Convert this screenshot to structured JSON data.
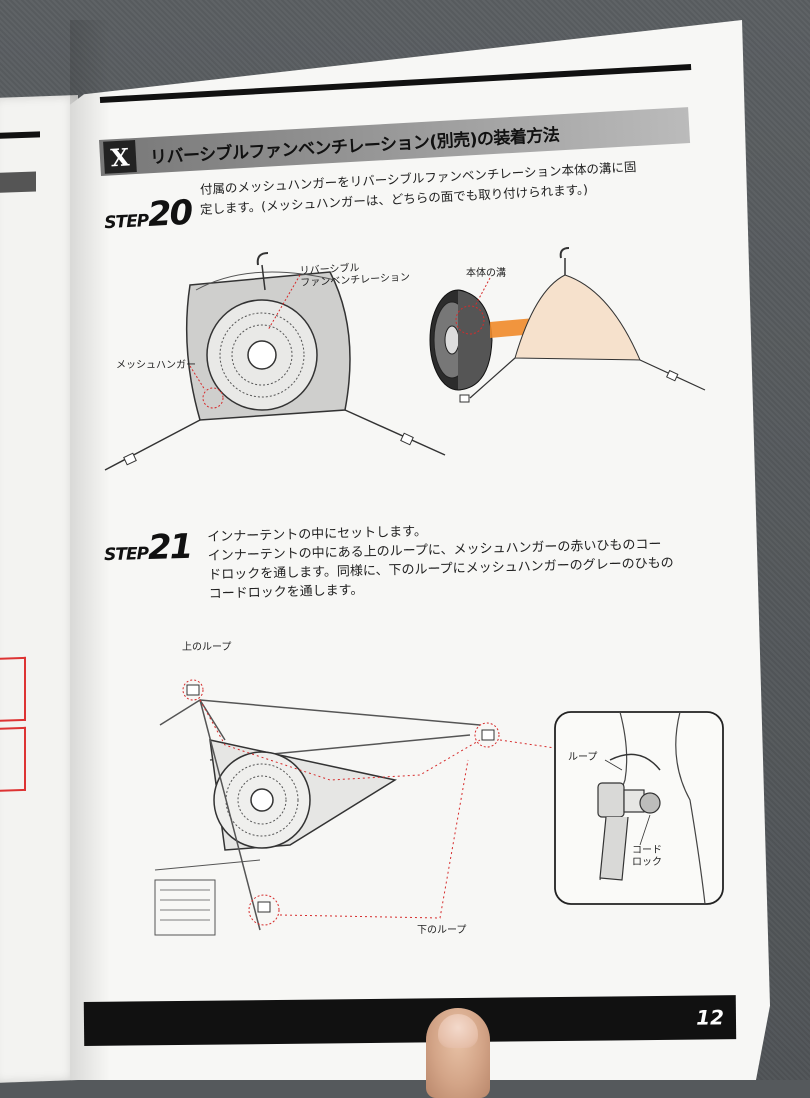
{
  "header": {
    "section_letter": "X",
    "title": "リバーシブルファンベンチレーション(別売)の装着方法"
  },
  "step20": {
    "word": "STEP",
    "number": "20",
    "line1": "付属のメッシュハンガーをリバーシブルファンベンチレーション本体の溝に固",
    "line2": "定します。(メッシュハンガーは、どちらの面でも取り付けられます。)",
    "label_fan_line1": "リバーシブル",
    "label_fan_line2": "ファンベンチレーション",
    "label_hanger": "メッシュハンガー",
    "label_groove": "本体の溝"
  },
  "step21": {
    "word": "STEP",
    "number": "21",
    "line1": "インナーテントの中にセットします。",
    "line2": "インナーテントの中にある上のループに、メッシュハンガーの赤いひものコー",
    "line3": "ドロックを通します。同様に、下のループにメッシュハンガーのグレーのひもの",
    "line4": "コードロックを通します。",
    "label_top_loop": "上のループ",
    "label_bottom_loop": "下のループ",
    "label_loop": "ループ",
    "label_cordlock_line1": "コード",
    "label_cordlock_line2": "ロック"
  },
  "footer": {
    "page_number": "12"
  },
  "colors": {
    "accent_red": "#d62b2b",
    "arrow_orange": "#f08a2a"
  }
}
